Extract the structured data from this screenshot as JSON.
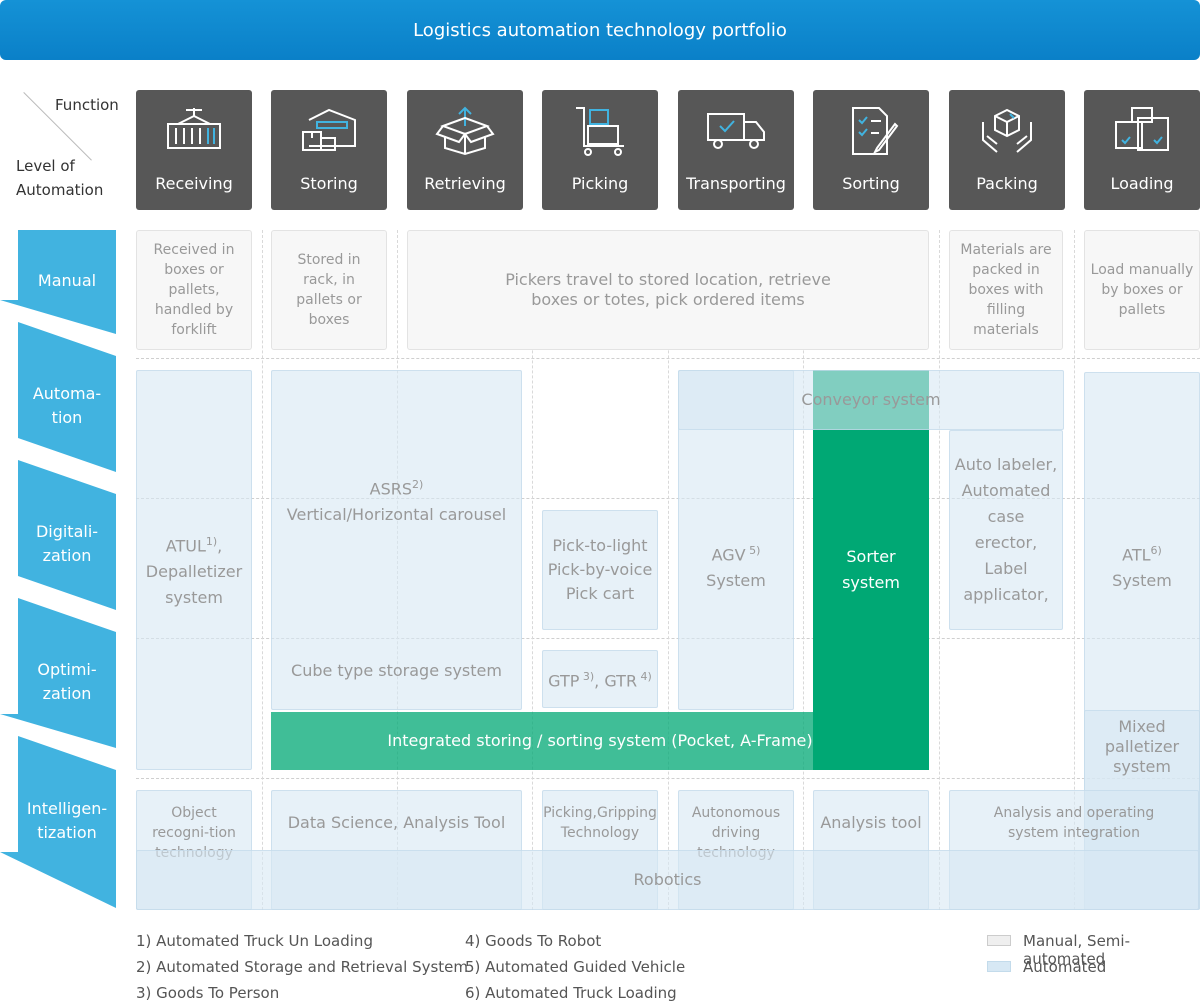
{
  "title": "Logistics automation technology portfolio",
  "header": {
    "function_label": "Function",
    "level_label_1": "Level of",
    "level_label_2": "Automation"
  },
  "functions": [
    {
      "label": "Receiving",
      "icon": "container-crane-icon"
    },
    {
      "label": "Storing",
      "icon": "warehouse-icon"
    },
    {
      "label": "Retrieving",
      "icon": "open-box-icon"
    },
    {
      "label": "Picking",
      "icon": "hand-truck-icon"
    },
    {
      "label": "Transporting",
      "icon": "delivery-truck-icon"
    },
    {
      "label": "Sorting",
      "icon": "checklist-icon"
    },
    {
      "label": "Packing",
      "icon": "hands-box-icon"
    },
    {
      "label": "Loading",
      "icon": "stacked-boxes-icon"
    }
  ],
  "levels": [
    {
      "line1": "Manual",
      "line2": ""
    },
    {
      "line1": "Automa-",
      "line2": "tion"
    },
    {
      "line1": "Digitali-",
      "line2": "zation"
    },
    {
      "line1": "Optimi-",
      "line2": "zation"
    },
    {
      "line1": "Intelligen-",
      "line2": "tization"
    }
  ],
  "manual_cells": {
    "receiving": "Received in boxes or pallets, handled by forklift",
    "storing": "Stored in rack, in pallets or boxes",
    "picking": "Pickers  travel to stored location, retrieve boxes or totes, pick ordered items",
    "packing": "Materials are packed in boxes with filling materials",
    "loading": "Load manually by boxes or pallets"
  },
  "systems": {
    "conveyor": "Conveyor system",
    "asrs_name": "ASRS",
    "asrs_sup": "2)",
    "carousel": "Vertical/Horizontal carousel",
    "atul_name": "ATUL",
    "atul_sup": "1)",
    "atul_rest": ",",
    "depal": "Depalletizer system",
    "ptl1": "Pick-to-light",
    "ptl2": "Pick-by-voice",
    "ptl3": "Pick cart",
    "agv_name": "AGV",
    "agv_sup": " 5)",
    "agv_rest": "System",
    "sorter1": "Sorter",
    "sorter2": "system",
    "packing_auto": "Auto labeler, Automated case erector, Label applicator,",
    "atl_name": "ATL",
    "atl_sup": "6)",
    "atl_rest": "System",
    "cube": "Cube type storage system",
    "gtp_name": "GTP",
    "gtp_sup": " 3)",
    "gtr_name": ", GTR",
    "gtr_sup": " 4)",
    "integrated": "Integrated storing / sorting system (Pocket, A-Frame)",
    "mixed": "Mixed palletizer system"
  },
  "intel": {
    "object": "Object recogni-tion technology",
    "data": "Data Science, Analysis Tool",
    "gripping": "Picking,Gripping Technology",
    "autonomous": "Autonomous driving technology",
    "analysis": "Analysis tool",
    "operating": "Analysis and operating system integration",
    "robotics": "Robotics"
  },
  "footnotes": [
    "1) Automated Truck Un Loading",
    "2) Automated Storage and Retrieval System",
    "3) Goods To Person",
    "4) Goods To Robot",
    "5) Automated Guided Vehicle",
    "6) Automated Truck Loading"
  ],
  "legend": [
    {
      "label": "Manual, Semi-automated",
      "color": "#efefef"
    },
    {
      "label": "Automated",
      "color": "#d7e8f4"
    }
  ],
  "colors": {
    "banner": "#0a80c8",
    "header": "#575757",
    "level": "#41b3e0",
    "green": "#00a874"
  }
}
